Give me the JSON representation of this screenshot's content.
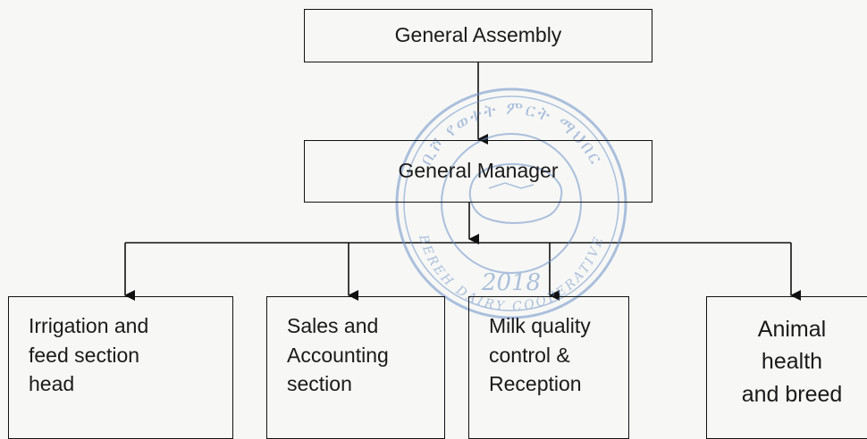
{
  "chart": {
    "top": {
      "label": "General Assembly"
    },
    "middle": {
      "label": "General Manager"
    },
    "leaves": [
      {
        "label": "Irrigation and\nfeed section\nhead"
      },
      {
        "label": "Sales and\nAccounting\nsection"
      },
      {
        "label": "Milk quality\ncontrol &\nReception"
      },
      {
        "label": "Animal\nhealth\nand breed"
      }
    ]
  },
  "stamp": {
    "year": "2018",
    "color": "#6d93c8",
    "ring_text_upper": "ቢሾ የወተት ምርት ማህበር",
    "ring_text_lower": "BEREH DAIRY COOPERATIVE"
  },
  "colors": {
    "line": "#111111",
    "background": "#f7f7f5"
  }
}
